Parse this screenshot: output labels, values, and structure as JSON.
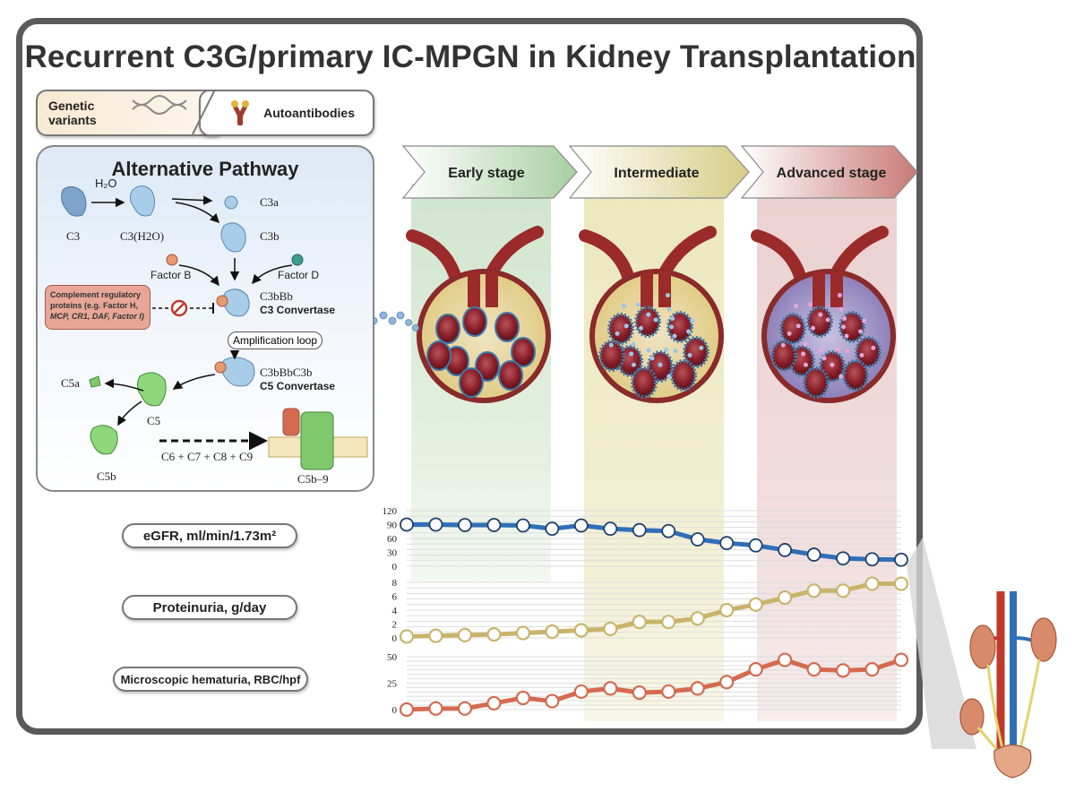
{
  "title": "Recurrent  C3G/primary IC-MPGN in Kidney Transplantation",
  "triggers": {
    "genetic": "Genetic variants",
    "genetic_line1": "Genetic",
    "genetic_line2": "variants",
    "autoantibodies": "Autoantibodies"
  },
  "pathway": {
    "title": "Alternative Pathway",
    "h2o": "H₂O",
    "c3": "C3",
    "c3h2o": "C3(H2O)",
    "c3a": "C3a",
    "c3b": "C3b",
    "factor_b": "Factor B",
    "factor_d": "Factor D",
    "c3bbb": "C3bBb",
    "c3_convertase": "C3 Convertase",
    "regulatory_line1": "Complement regulatory",
    "regulatory_line2": "proteins (e.g. Factor H,",
    "regulatory_line3": "MCP, CR1, DAF, Factor I)",
    "amplification": "Amplification loop",
    "c3bbbc3b": "C3bBbC3b",
    "c5_convertase": "C5 Convertase",
    "c5a": "C5a",
    "c5": "C5",
    "c5b": "C5b",
    "c6_c9": "C6 + C7 + C8 + C9",
    "c5b9": "C5b–9"
  },
  "stages": [
    {
      "label": "Early stage",
      "color": "#d3e6d0"
    },
    {
      "label": "Intermediate",
      "color": "#ece8c2"
    },
    {
      "label": "Advanced stage",
      "color": "#ecd3d3"
    }
  ],
  "metrics": {
    "egfr": "eGFR, ml/min/1.73m²",
    "proteinuria": "Proteinuria, g/day",
    "hematuria": "Microscopic hematuria, RBC/hpf"
  },
  "chart_data": [
    {
      "type": "line",
      "name": "eGFR",
      "ylabel": "eGFR, ml/min/1.73m²",
      "yticks": [
        0,
        30,
        60,
        90,
        120
      ],
      "ylim": [
        0,
        120
      ],
      "color": "#2f6fb8",
      "values": [
        90,
        90,
        89,
        89,
        88,
        81,
        88,
        81,
        78,
        76,
        58,
        50,
        45,
        35,
        25,
        17,
        15,
        14
      ]
    },
    {
      "type": "line",
      "name": "Proteinuria",
      "ylabel": "Proteinuria, g/day",
      "yticks": [
        0,
        2,
        4,
        6,
        8
      ],
      "ylim": [
        0,
        8
      ],
      "color": "#c8b46a",
      "values": [
        0.2,
        0.3,
        0.4,
        0.5,
        0.7,
        0.9,
        1.1,
        1.3,
        2.3,
        2.3,
        2.8,
        4.0,
        4.8,
        5.8,
        6.8,
        6.8,
        7.8,
        7.8
      ]
    },
    {
      "type": "line",
      "name": "Hematuria",
      "ylabel": "Microscopic hematuria, RBC/hpf",
      "yticks": [
        0,
        25,
        50
      ],
      "ylim": [
        0,
        50
      ],
      "color": "#d46a50",
      "values": [
        0,
        1,
        1,
        6,
        11,
        8,
        17,
        20,
        16,
        17,
        20,
        26,
        38,
        47,
        38,
        37,
        38,
        47
      ]
    }
  ]
}
